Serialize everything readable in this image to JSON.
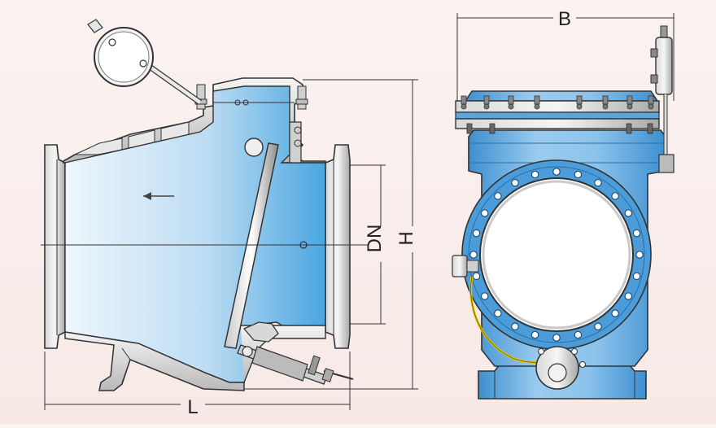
{
  "labels": {
    "length": "L",
    "height": "H",
    "nominal_diameter": "DN",
    "width": "B"
  },
  "flow_direction_icon": "arrow-left-icon",
  "colors": {
    "water_light": "#eaf4fb",
    "water_dark": "#4aa6e0",
    "metal_light": "#f2f2f2",
    "metal_dark": "#9a9a9a",
    "outline": "#333333",
    "bolt": "#7a7a7a",
    "cable": "#e6c400"
  }
}
